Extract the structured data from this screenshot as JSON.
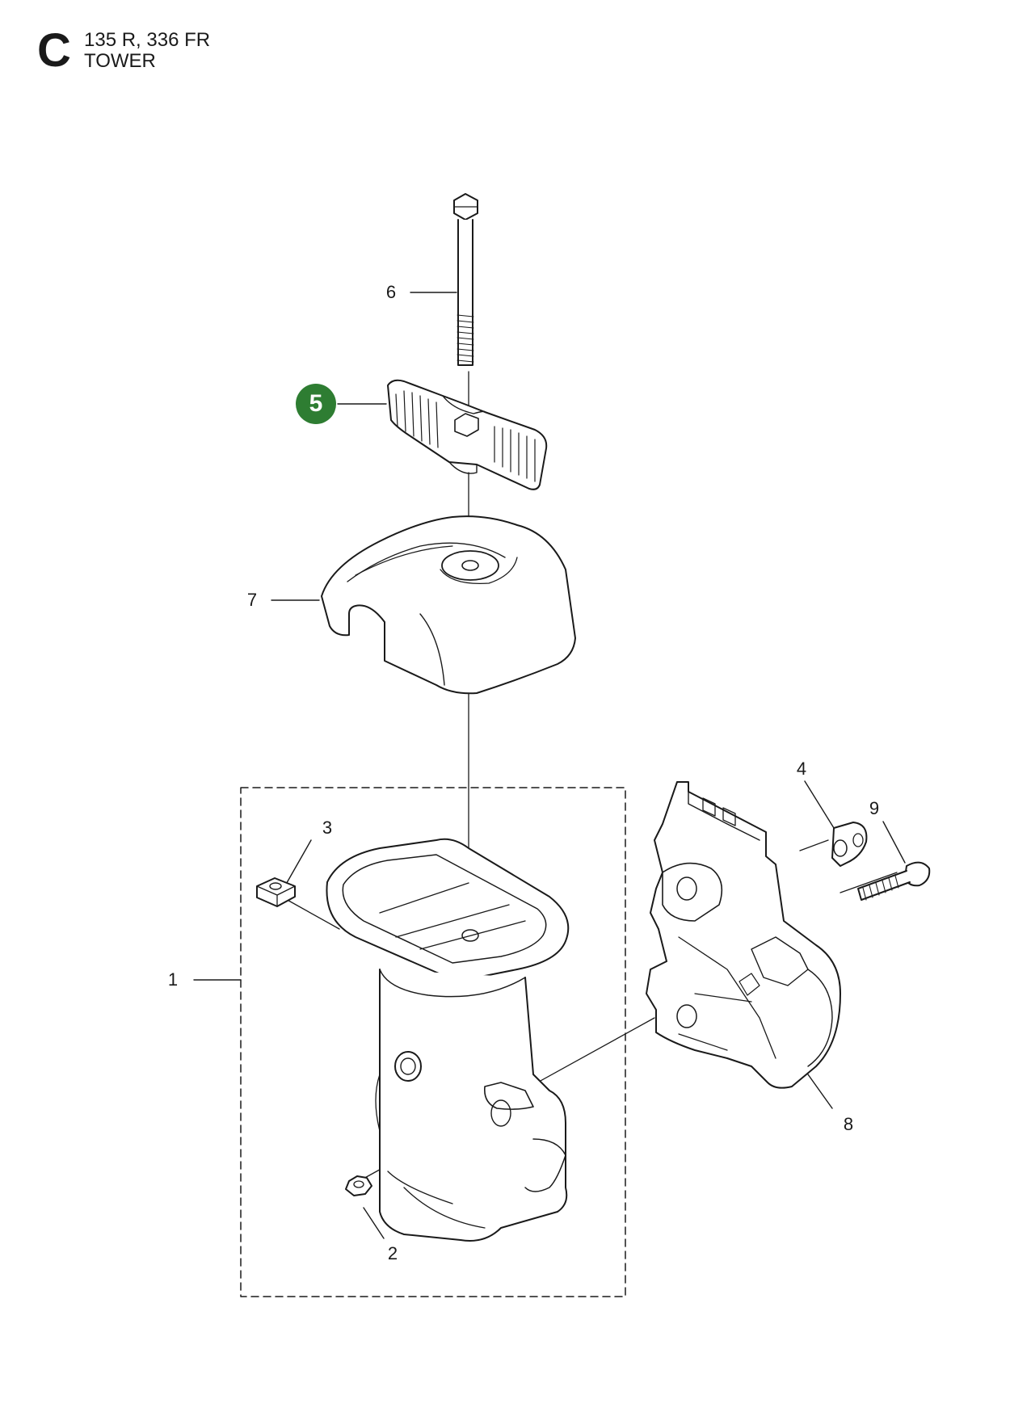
{
  "header": {
    "section_letter": "C",
    "models": "135 R, 336 FR",
    "title": "TOWER"
  },
  "callouts": {
    "c1": "1",
    "c2": "2",
    "c3": "3",
    "c4": "4",
    "c5": "5",
    "c6": "6",
    "c7": "7",
    "c8": "8",
    "c9": "9"
  },
  "colors": {
    "highlight": "#2e7d32",
    "line": "#1a1a1a",
    "background": "#ffffff"
  }
}
